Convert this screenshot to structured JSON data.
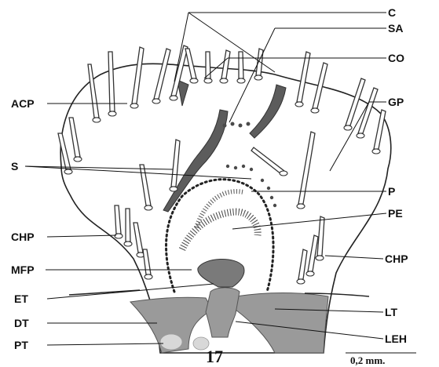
{
  "figure_number": "17",
  "scale_bar": "0,2 mm.",
  "labels": {
    "C": "C",
    "SA": "SA",
    "CO": "CO",
    "ACP": "ACP",
    "GP": "GP",
    "S": "S",
    "P": "P",
    "PE": "PE",
    "CHP_left": "CHP",
    "CHP_right": "CHP",
    "MFP": "MFP",
    "ET": "ET",
    "LT": "LT",
    "DT": "DT",
    "LEH": "LEH",
    "PT": "PT"
  }
}
